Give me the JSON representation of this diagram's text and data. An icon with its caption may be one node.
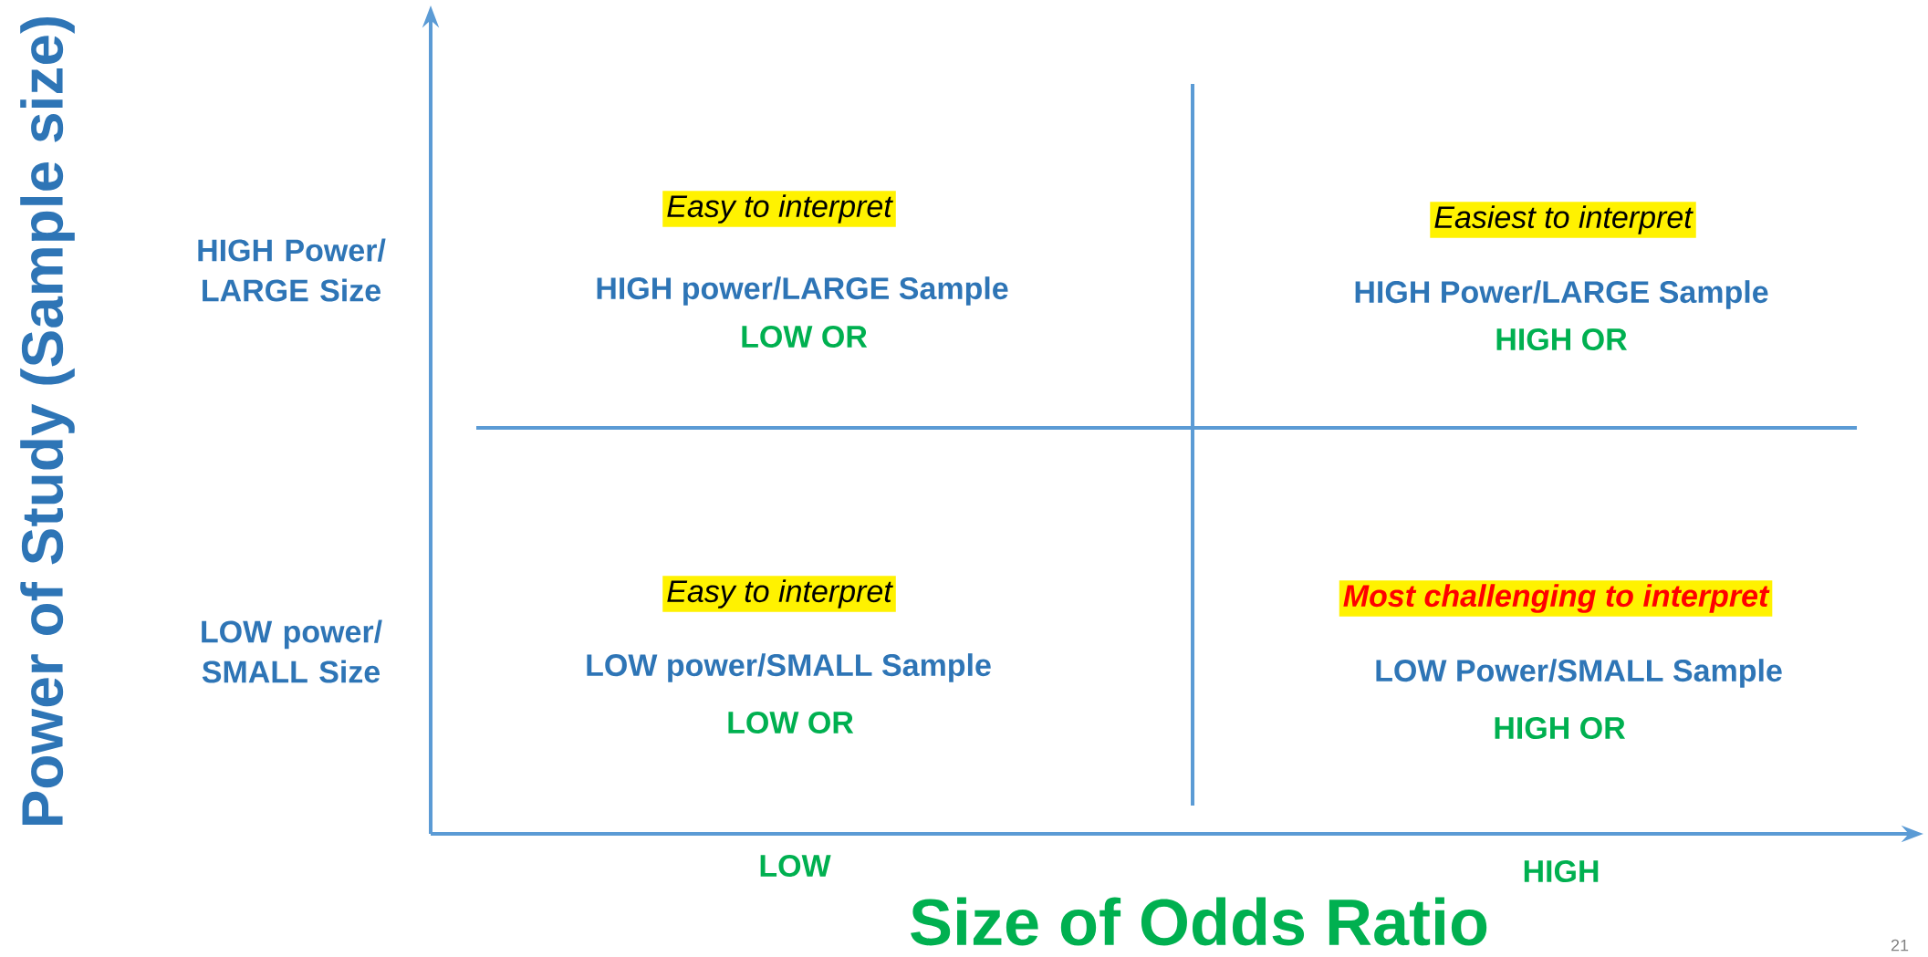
{
  "diagram": {
    "labels": [
      "Power of Study (Sample size)",
      "Easy to interpret",
      "Easiest to interpret",
      "HIGH Power/ LARGE Size",
      "HIGH power/LARGE Sample",
      "HIGH Power/LARGE Sample",
      "LOW OR",
      "HIGH OR",
      "Easy to interpret",
      "Most challenging to interpret",
      "LOW power/ SMALL Size",
      "LOW power/SMALL Sample",
      "LOW Power/SMALL Sample",
      "LOW OR",
      "HIGH OR",
      "LOW",
      "HIGH",
      "Size of Odds Ratio",
      "21"
    ]
  }
}
